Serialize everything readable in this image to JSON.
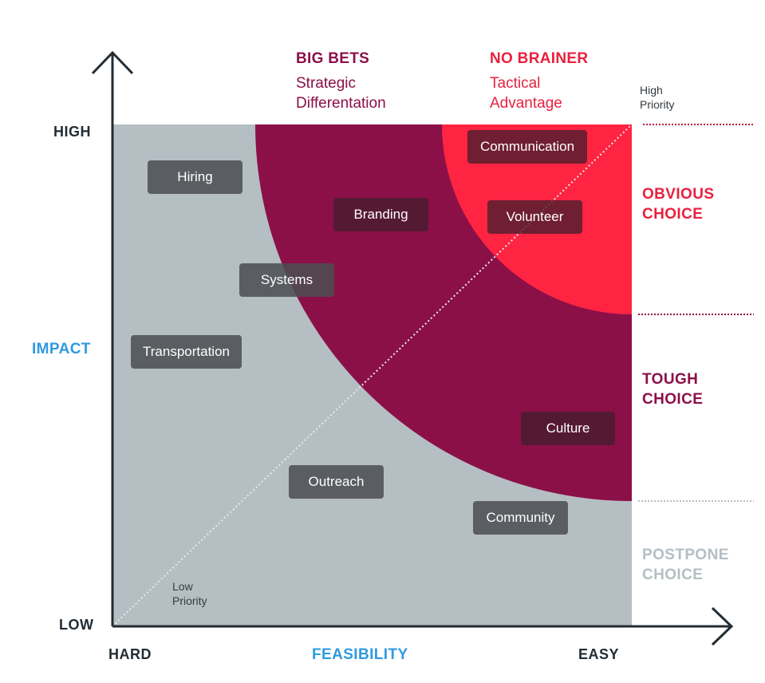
{
  "colors": {
    "grey_region": "#b5bec3",
    "big_bets_region": "#8b1048",
    "no_brainer_region": "#ff2442",
    "axis": "#222c33",
    "impact_feasibility": "#2f9ae0",
    "big_bets_text": "#8b1048",
    "no_brainer_text": "#e8213f",
    "postpone_text": "#b5bec3",
    "chip_bg": "#4b4e52"
  },
  "top_labels": {
    "big_bets": {
      "title": "BIG BETS",
      "line1": "Strategic",
      "line2": "Differentation"
    },
    "no_brainer": {
      "title": "NO BRAINER",
      "line1": "Tactical",
      "line2": "Advantage"
    }
  },
  "axes": {
    "y_high": "HIGH",
    "y_low": "LOW",
    "y_title": "IMPACT",
    "x_hard": "HARD",
    "x_easy": "EASY",
    "x_title": "FEASIBILITY"
  },
  "diagonal": {
    "high_priority_line1": "High",
    "high_priority_line2": "Priority",
    "low_priority_line1": "Low",
    "low_priority_line2": "Priority"
  },
  "right_labels": {
    "obvious": {
      "line1": "OBVIOUS",
      "line2": "CHOICE"
    },
    "tough": {
      "line1": "TOUGH",
      "line2": "CHOICE"
    },
    "postpone": {
      "line1": "POSTPONE",
      "line2": "CHOICE"
    }
  },
  "items": [
    {
      "label": "Hiring"
    },
    {
      "label": "Branding"
    },
    {
      "label": "Communication"
    },
    {
      "label": "Volunteer"
    },
    {
      "label": "Systems"
    },
    {
      "label": "Transportation"
    },
    {
      "label": "Culture"
    },
    {
      "label": "Outreach"
    },
    {
      "label": "Community"
    }
  ]
}
